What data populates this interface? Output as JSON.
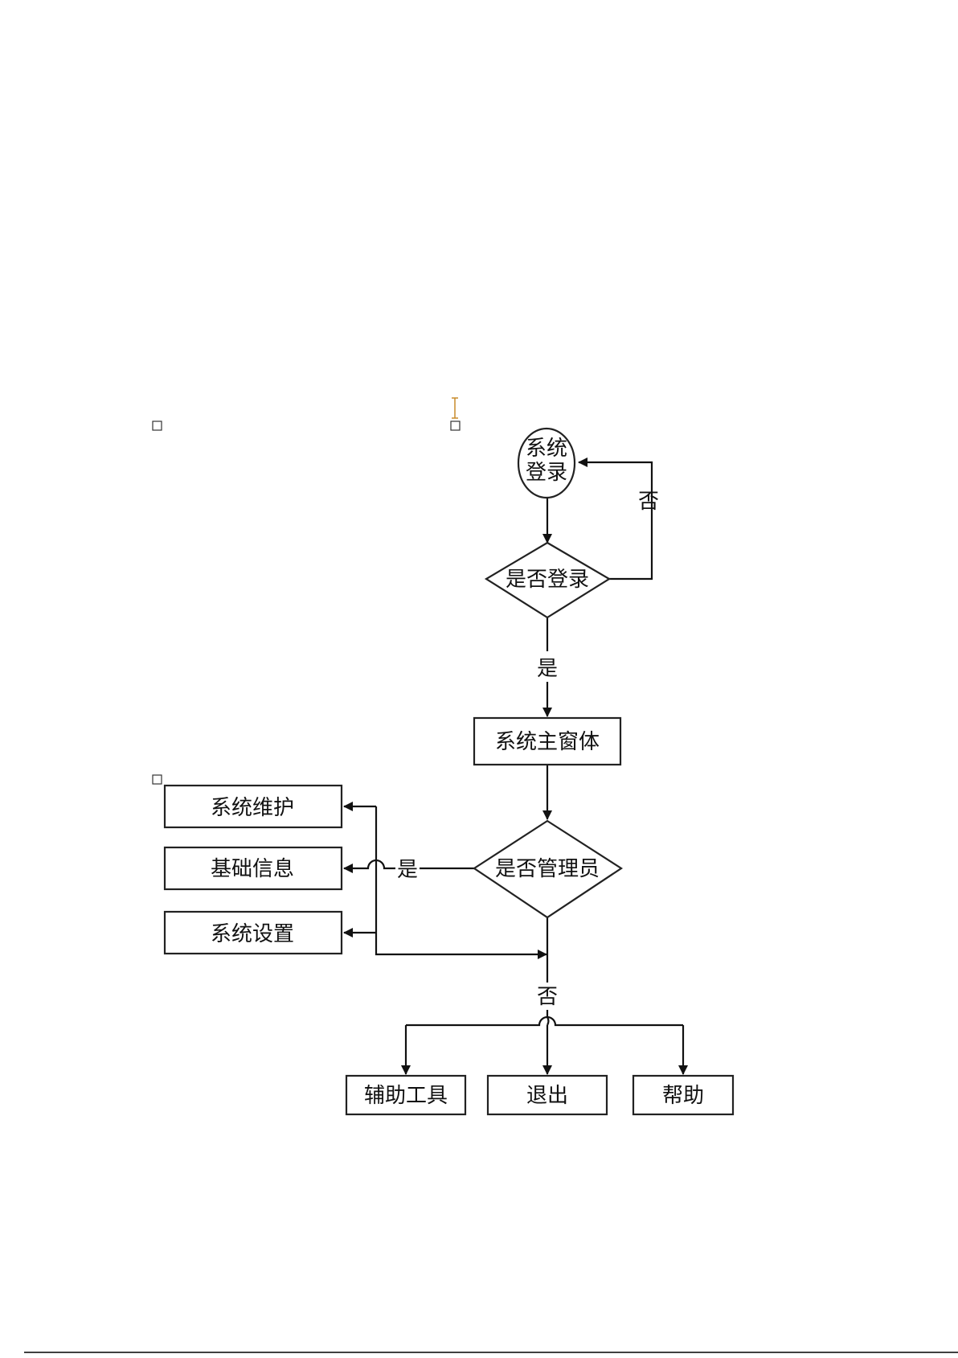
{
  "diagram": {
    "nodes": {
      "login": {
        "lines": [
          "系统",
          "登录"
        ]
      },
      "is_logged_in": {
        "label": "是否登录"
      },
      "main_window": {
        "label": "系统主窗体"
      },
      "is_admin": {
        "label": "是否管理员"
      },
      "maintenance": {
        "label": "系统维护"
      },
      "basic_info": {
        "label": "基础信息"
      },
      "settings": {
        "label": "系统设置"
      },
      "aux_tools": {
        "label": "辅助工具"
      },
      "exit": {
        "label": "退出"
      },
      "help": {
        "label": "帮助"
      }
    },
    "edge_labels": {
      "login_no": "否",
      "login_yes": "是",
      "admin_yes": "是",
      "admin_no": "否"
    },
    "edges": [
      {
        "from": "login",
        "to": "is_logged_in",
        "label": ""
      },
      {
        "from": "is_logged_in",
        "to": "login",
        "label": "否"
      },
      {
        "from": "is_logged_in",
        "to": "main_window",
        "label": "是"
      },
      {
        "from": "main_window",
        "to": "is_admin",
        "label": ""
      },
      {
        "from": "is_admin",
        "to": "maintenance",
        "label": "是"
      },
      {
        "from": "is_admin",
        "to": "basic_info",
        "label": "是"
      },
      {
        "from": "is_admin",
        "to": "settings",
        "label": "是"
      },
      {
        "from": "is_admin",
        "to": "aux_tools",
        "label": "否"
      },
      {
        "from": "is_admin",
        "to": "exit",
        "label": "否"
      },
      {
        "from": "is_admin",
        "to": "help",
        "label": "否"
      }
    ]
  }
}
